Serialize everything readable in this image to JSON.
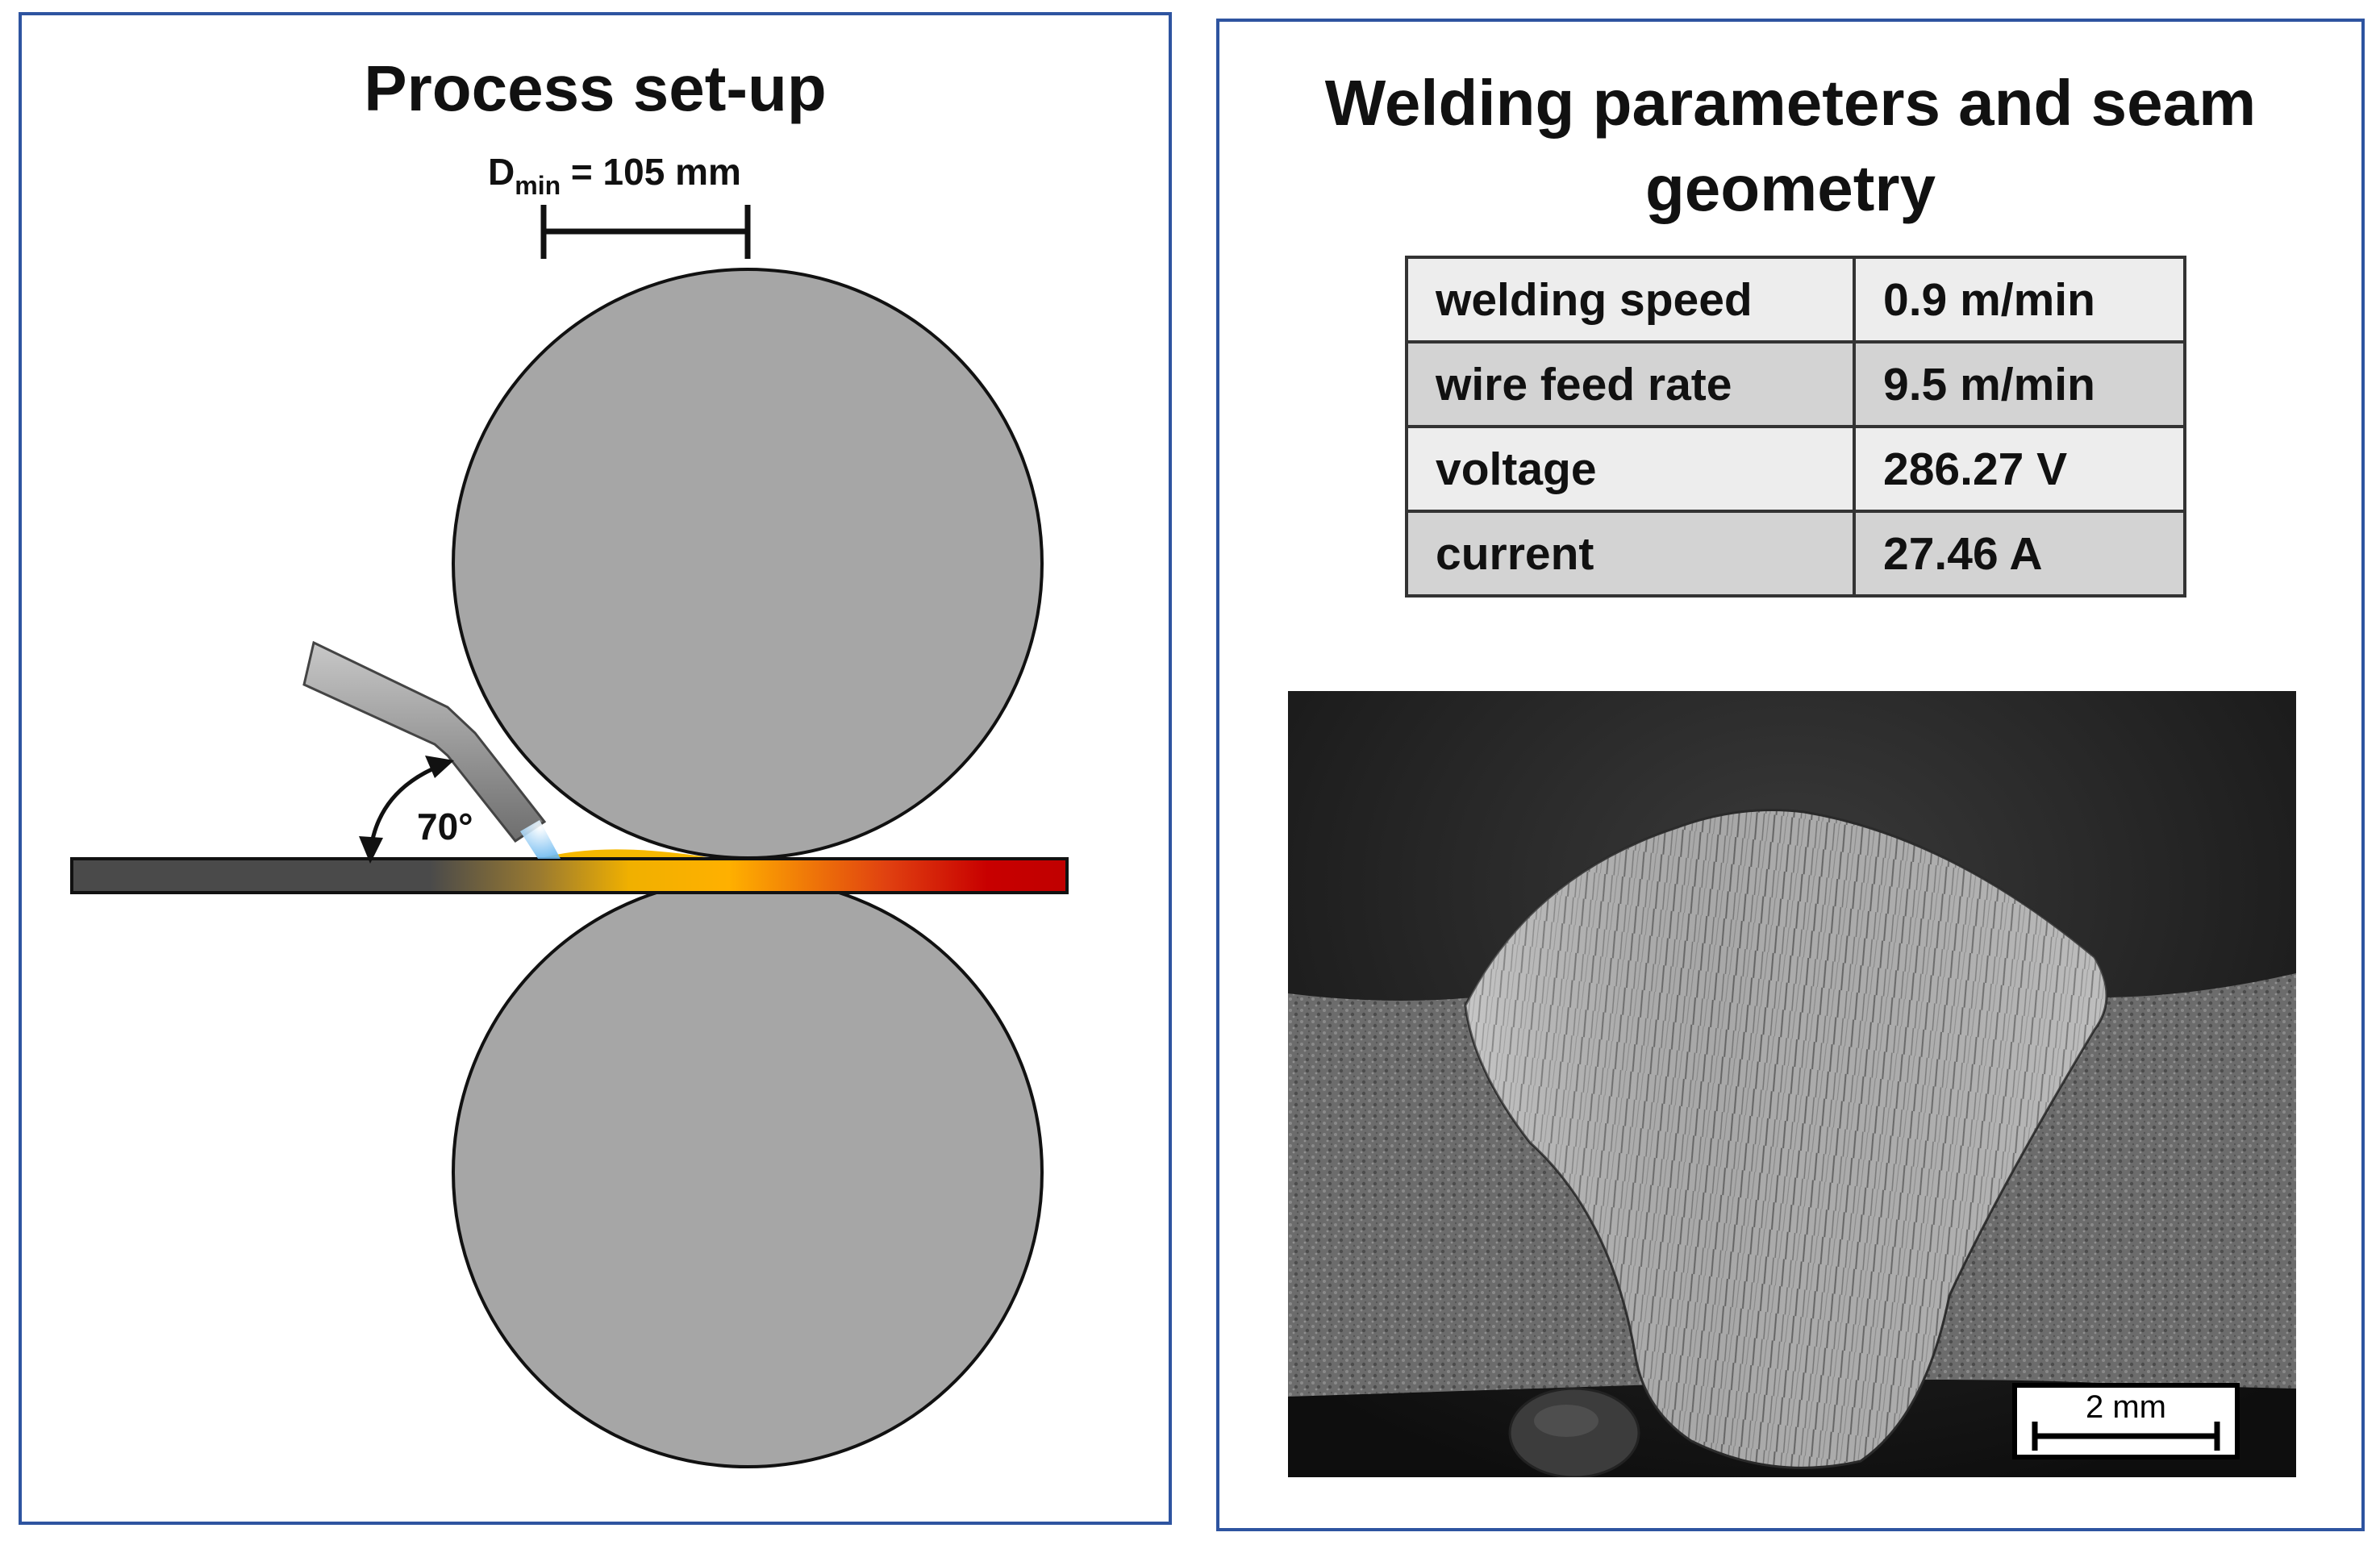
{
  "left_panel": {
    "title": "Process set-up",
    "dimension": {
      "symbol": "D",
      "subscript": "min",
      "value_text": " = 105 mm"
    },
    "angle_label": "70°"
  },
  "right_panel": {
    "title_line1": "Welding parameters and seam",
    "title_line2": "geometry",
    "table": {
      "rows": [
        {
          "label": "welding speed",
          "value": "0.9 m/min"
        },
        {
          "label": "wire feed rate",
          "value": "9.5 m/min"
        },
        {
          "label": "voltage",
          "value": "286.27 V"
        },
        {
          "label": "current",
          "value": "27.46 A"
        }
      ]
    },
    "scale_bar_label": "2 mm"
  },
  "colors": {
    "panel_border": "#2e54a0",
    "roller_fill": "#a6a6a6",
    "sheet_cold": "#4a4a4a",
    "sheet_hot": "#ffb800",
    "sheet_end": "#c00000",
    "torch": "#9a9a9a",
    "arc": "#8fc8f0"
  },
  "icons": [
    "welding-torch-icon",
    "angle-arrow-icon",
    "dimension-bar-icon"
  ]
}
